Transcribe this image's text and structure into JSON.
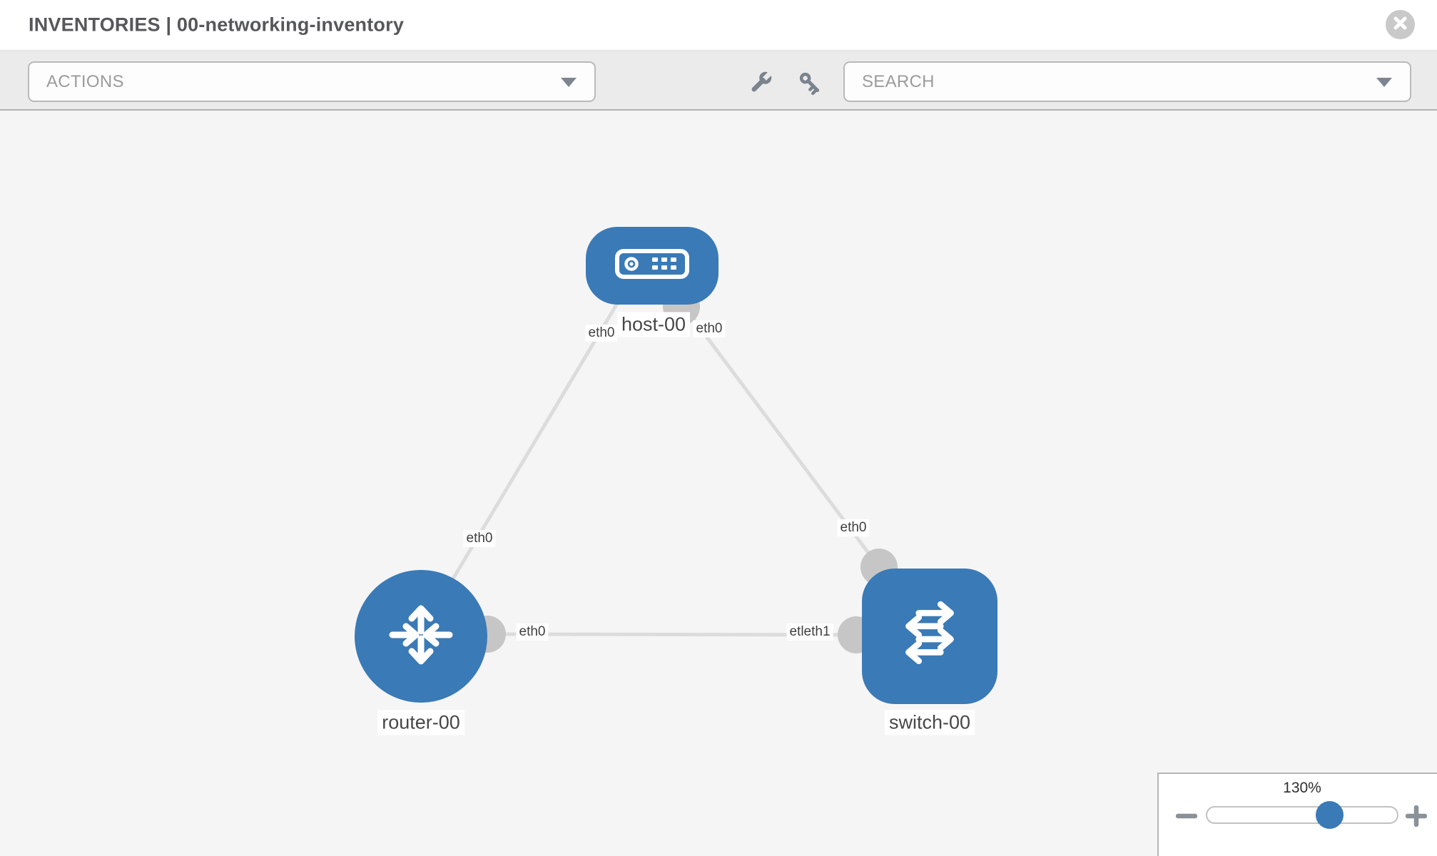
{
  "header": {
    "title": "INVENTORIES | 00-networking-inventory"
  },
  "toolbar": {
    "actions_label": "ACTIONS",
    "search_placeholder": "SEARCH",
    "icons": [
      "wrench-icon",
      "key-icon"
    ]
  },
  "topology": {
    "nodes": [
      {
        "id": "host-00",
        "type": "host",
        "label": "host-00"
      },
      {
        "id": "router-00",
        "type": "router",
        "label": "router-00"
      },
      {
        "id": "switch-00",
        "type": "switch",
        "label": "switch-00"
      }
    ],
    "links": [
      {
        "from": "host-00",
        "to": "router-00",
        "from_label": "eth0",
        "to_label": "eth0"
      },
      {
        "from": "host-00",
        "to": "switch-00",
        "from_label": "eth0",
        "to_label": "eth0"
      },
      {
        "from": "router-00",
        "to": "switch-00",
        "from_label": "eth0",
        "to_label": "etleth1"
      }
    ]
  },
  "zoom_control": {
    "value": "130%",
    "percent": 130
  },
  "colors": {
    "node_blue": "#3a7ab6",
    "connector_gray": "#c6c6c6",
    "link_gray": "#dcdcdc",
    "toolbar_bg": "#ebebeb",
    "canvas_bg": "#f5f5f5",
    "icon_gray": "#7b838d",
    "label_text": "#474747"
  }
}
